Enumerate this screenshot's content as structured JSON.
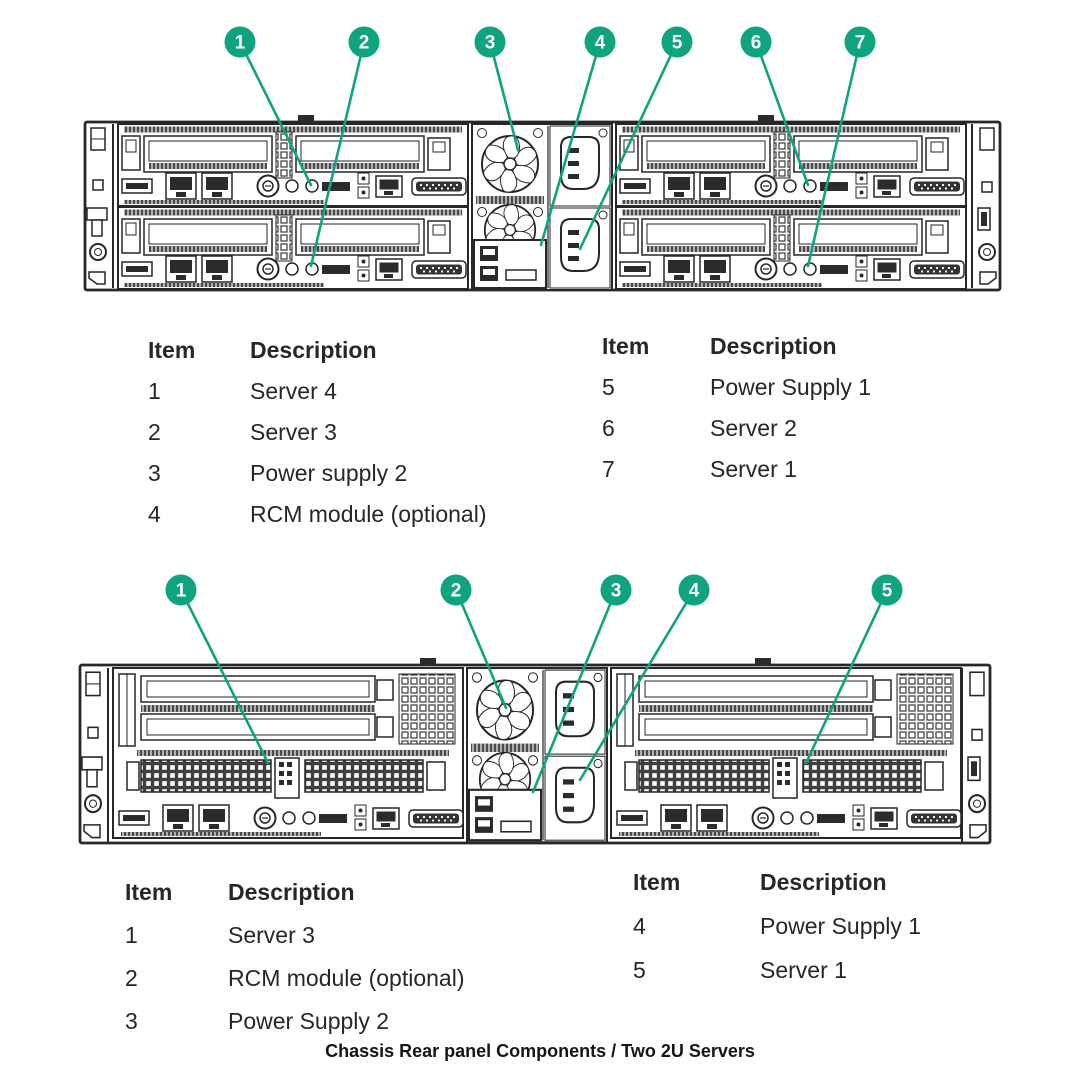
{
  "colors": {
    "accent": "#0fa37f",
    "ink": "#26262b"
  },
  "caption": "Chassis Rear panel Components / Two 2U Servers",
  "figure1": {
    "callouts": [
      {
        "label": "1"
      },
      {
        "label": "2"
      },
      {
        "label": "3"
      },
      {
        "label": "4"
      },
      {
        "label": "5"
      },
      {
        "label": "6"
      },
      {
        "label": "7"
      }
    ],
    "tables": {
      "left": {
        "headers": {
          "item": "Item",
          "description": "Description"
        },
        "rows": [
          {
            "item": "1",
            "description": "Server 4"
          },
          {
            "item": "2",
            "description": "Server 3"
          },
          {
            "item": "3",
            "description": "Power supply 2"
          },
          {
            "item": "4",
            "description": "RCM module (optional)"
          }
        ]
      },
      "right": {
        "headers": {
          "item": "Item",
          "description": "Description"
        },
        "rows": [
          {
            "item": "5",
            "description": "Power Supply 1"
          },
          {
            "item": "6",
            "description": "Server 2"
          },
          {
            "item": "7",
            "description": "Server 1"
          }
        ]
      }
    }
  },
  "figure2": {
    "callouts": [
      {
        "label": "1"
      },
      {
        "label": "2"
      },
      {
        "label": "3"
      },
      {
        "label": "4"
      },
      {
        "label": "5"
      }
    ],
    "tables": {
      "left": {
        "headers": {
          "item": "Item",
          "description": "Description"
        },
        "rows": [
          {
            "item": "1",
            "description": "Server 3"
          },
          {
            "item": "2",
            "description": "RCM module (optional)"
          },
          {
            "item": "3",
            "description": "Power Supply 2"
          }
        ]
      },
      "right": {
        "headers": {
          "item": "Item",
          "description": "Description"
        },
        "rows": [
          {
            "item": "4",
            "description": "Power Supply 1"
          },
          {
            "item": "5",
            "description": "Server 1"
          }
        ]
      }
    }
  }
}
